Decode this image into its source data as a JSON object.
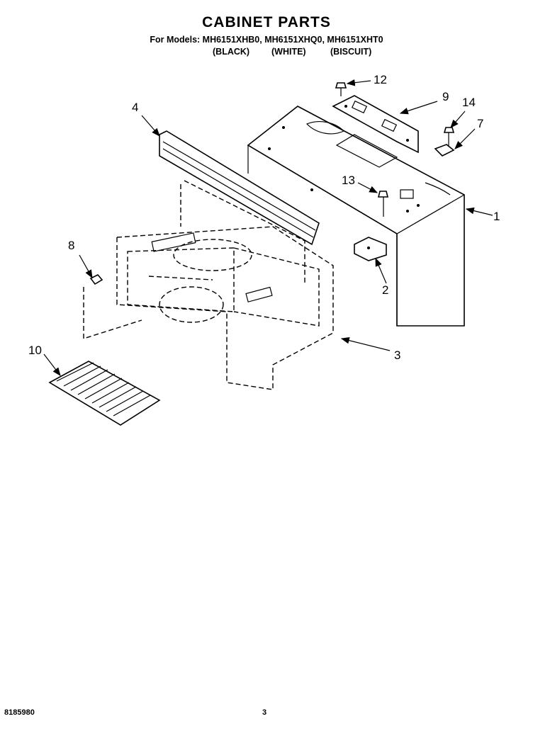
{
  "header": {
    "title": "CABINET PARTS",
    "models": "For Models: MH6151XHB0, MH6151XHQ0, MH6151XHT0",
    "color_black": "(BLACK)",
    "color_white": "(WHITE)",
    "color_biscuit": "(BISCUIT)"
  },
  "callouts": {
    "c1": "1",
    "c2": "2",
    "c3": "3",
    "c4": "4",
    "c7": "7",
    "c8": "8",
    "c9": "9",
    "c10": "10",
    "c12": "12",
    "c13": "13",
    "c14": "14"
  },
  "footer": {
    "part_number": "8185980",
    "page_number": "3"
  }
}
